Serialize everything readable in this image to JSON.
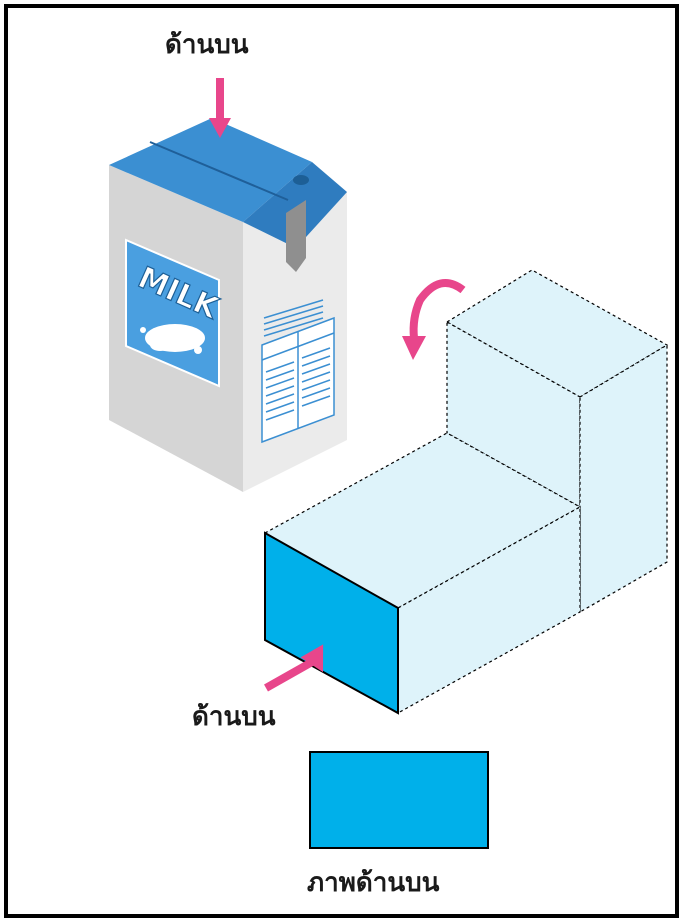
{
  "labels": {
    "milk_top": "ด้านบน",
    "box_top": "ด้านบน",
    "caption": "ภาพด้านบน"
  },
  "milk_carton": {
    "brand_text": "MILK"
  },
  "colors": {
    "arrow": "#e8468b",
    "carton_top": "#3b8fd2",
    "carton_side": "#d4d4d4",
    "box_face": "#def3fa",
    "box_front": "#00b0ea",
    "top_view": "#00b0ea",
    "outline": "#000000"
  },
  "icons": [
    "top-arrow-icon",
    "rotate-arrow-icon",
    "front-arrow-icon"
  ]
}
